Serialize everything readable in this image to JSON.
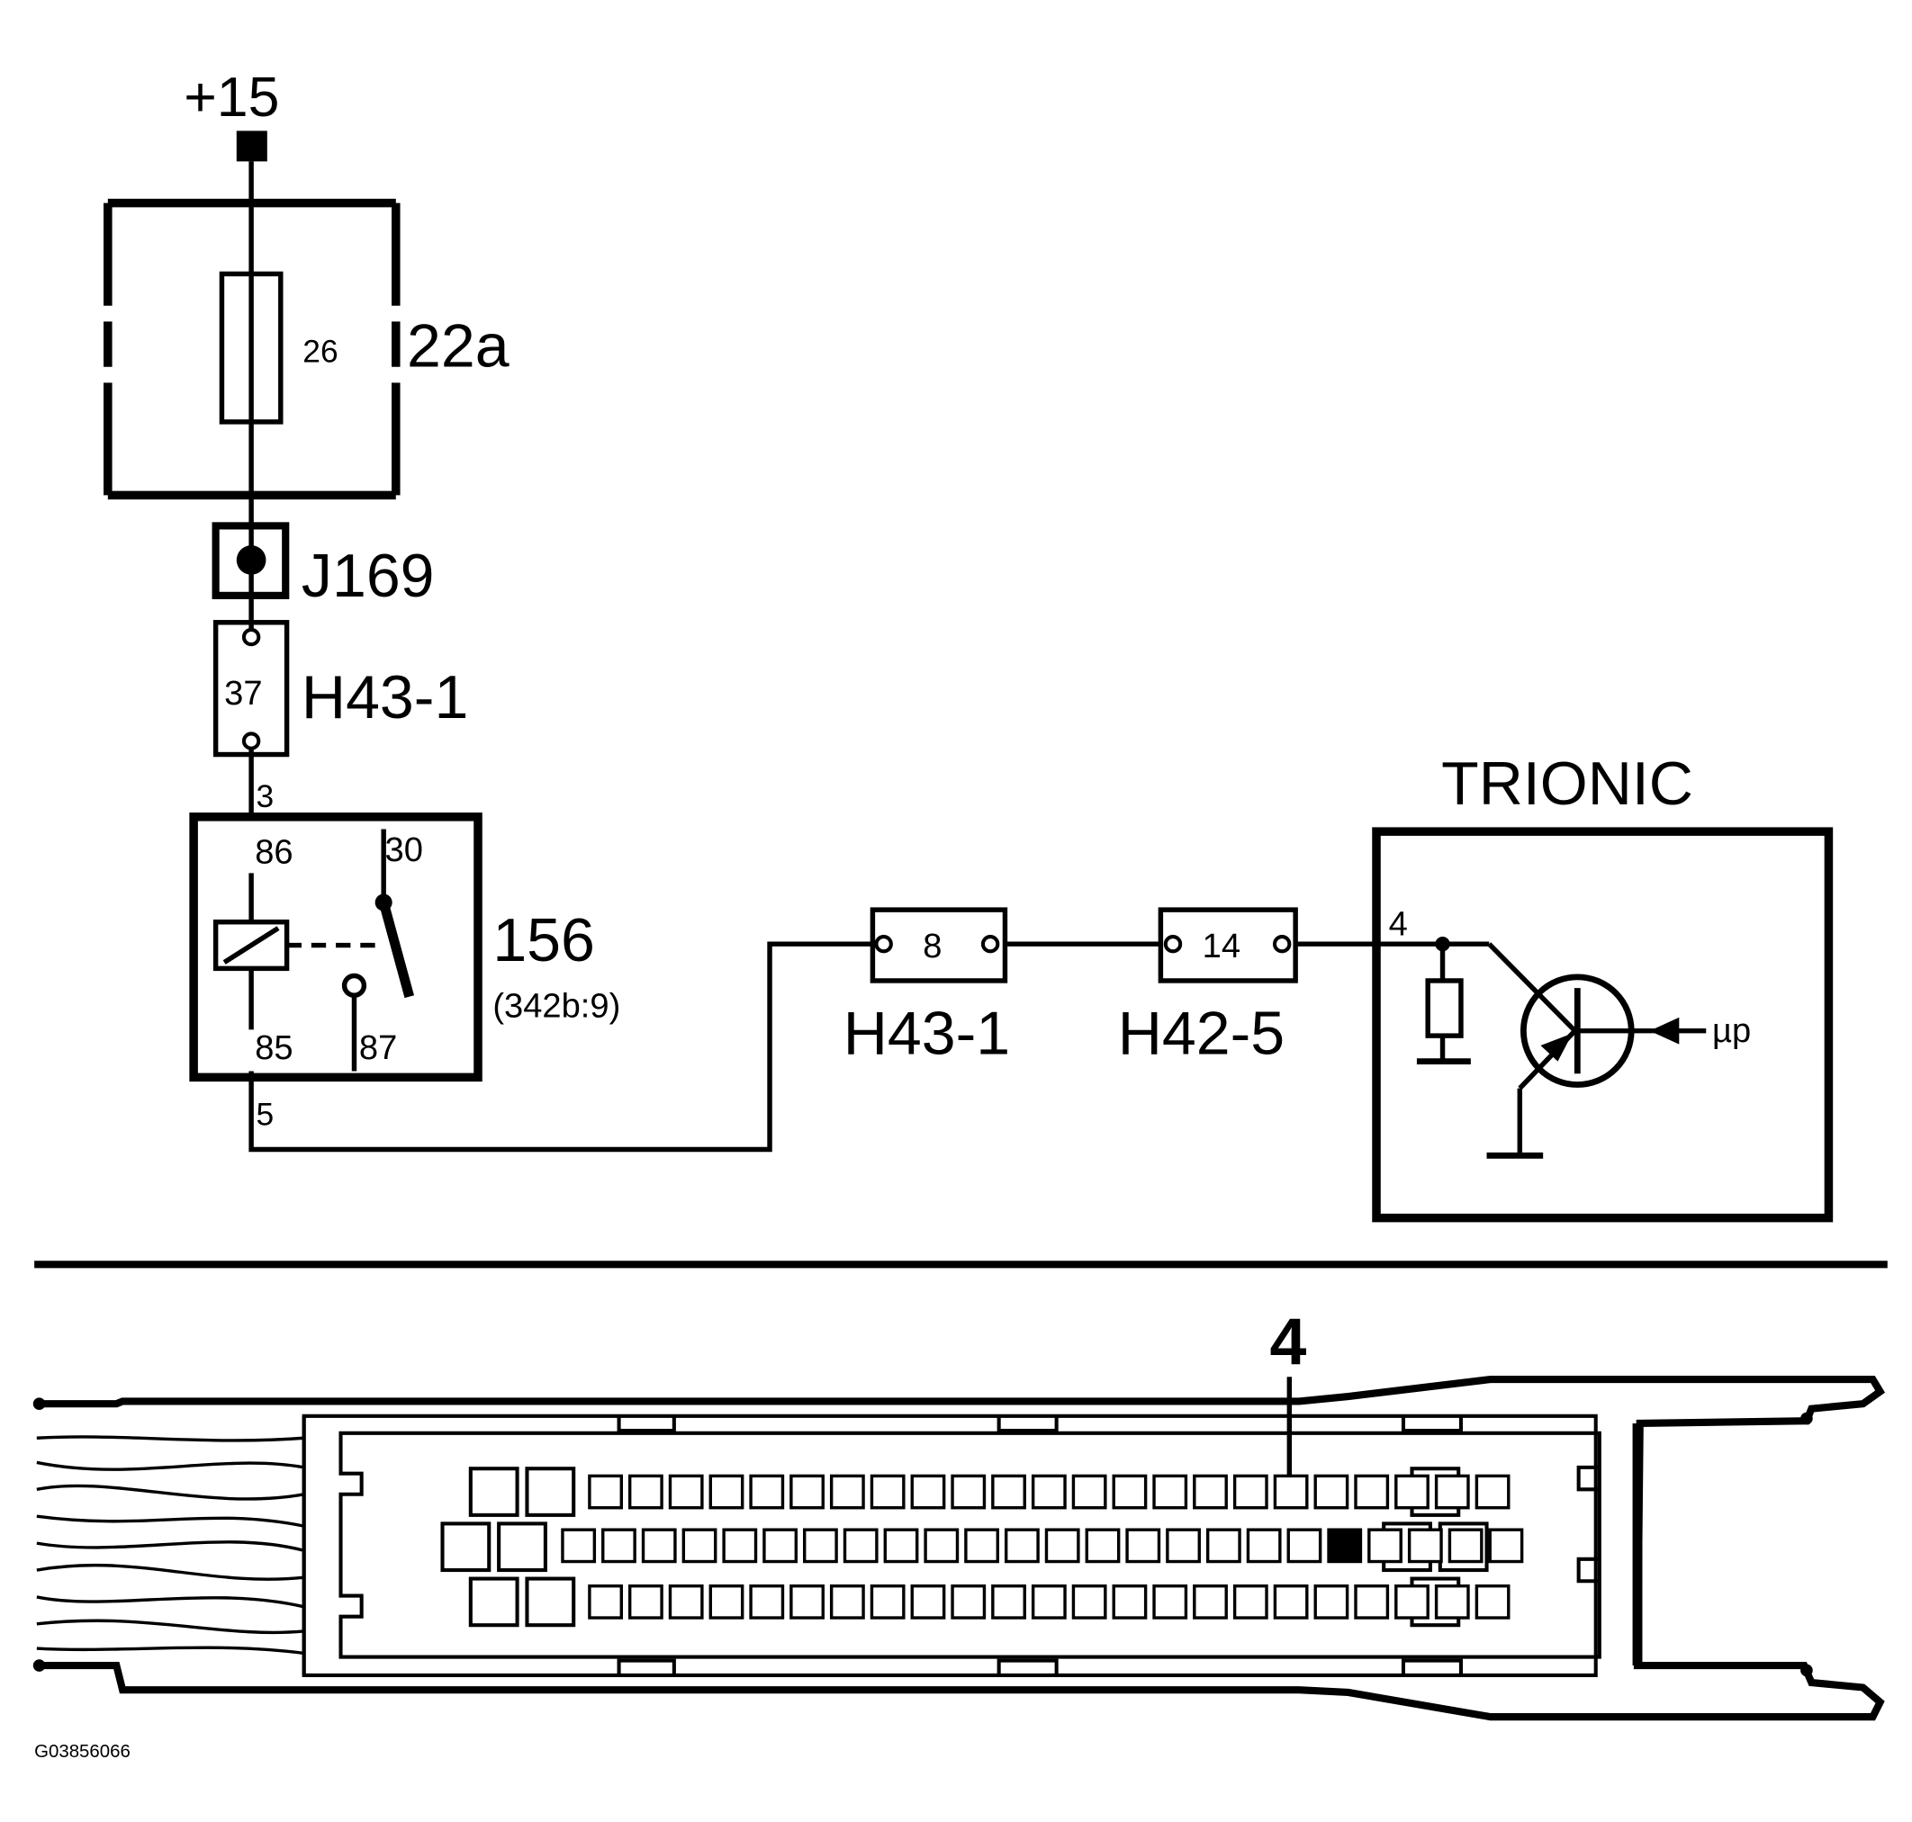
{
  "supply": {
    "label": "+15"
  },
  "fusebox": {
    "label": "22a",
    "fuse_number": "26"
  },
  "junction": {
    "label": "J169"
  },
  "connector_top": {
    "label": "H43-1",
    "pin": "37"
  },
  "wire_labels": {
    "pin_3": "3",
    "pin_5": "5",
    "ecu_pin_4": "4"
  },
  "relay": {
    "label": "156",
    "reference": "(342b:9)",
    "pin_86": "86",
    "pin_30": "30",
    "pin_85": "85",
    "pin_87": "87"
  },
  "connector_mid": {
    "label": "H43-1",
    "pin": "8"
  },
  "connector_right": {
    "label": "H42-5",
    "pin": "14"
  },
  "ecu": {
    "label": "TRIONIC",
    "input_label": "µp"
  },
  "ecu_connector": {
    "pin_callout": "4",
    "pin_row_counts": [
      23,
      24,
      23
    ],
    "highlighted_pin": {
      "row": 1,
      "index": 19
    }
  },
  "figure_id": "G03856066"
}
